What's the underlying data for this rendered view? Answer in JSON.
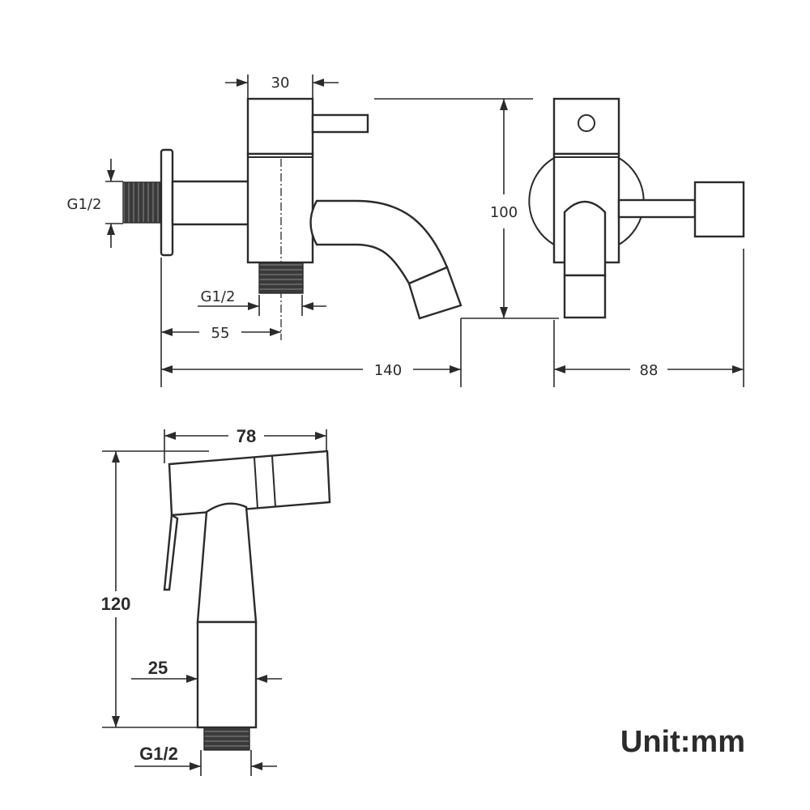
{
  "faucet": {
    "dim_spout_width": "30",
    "dim_inlet_thread": "G1/2",
    "dim_bottom_thread": "G1/2",
    "dim_offset": "55",
    "dim_length": "140",
    "dim_height": "100",
    "dim_depth": "88"
  },
  "sprayer": {
    "dim_head_width": "78",
    "dim_height": "120",
    "dim_handle_width": "25",
    "dim_thread": "G1/2"
  },
  "unit_label": "Unit:mm"
}
